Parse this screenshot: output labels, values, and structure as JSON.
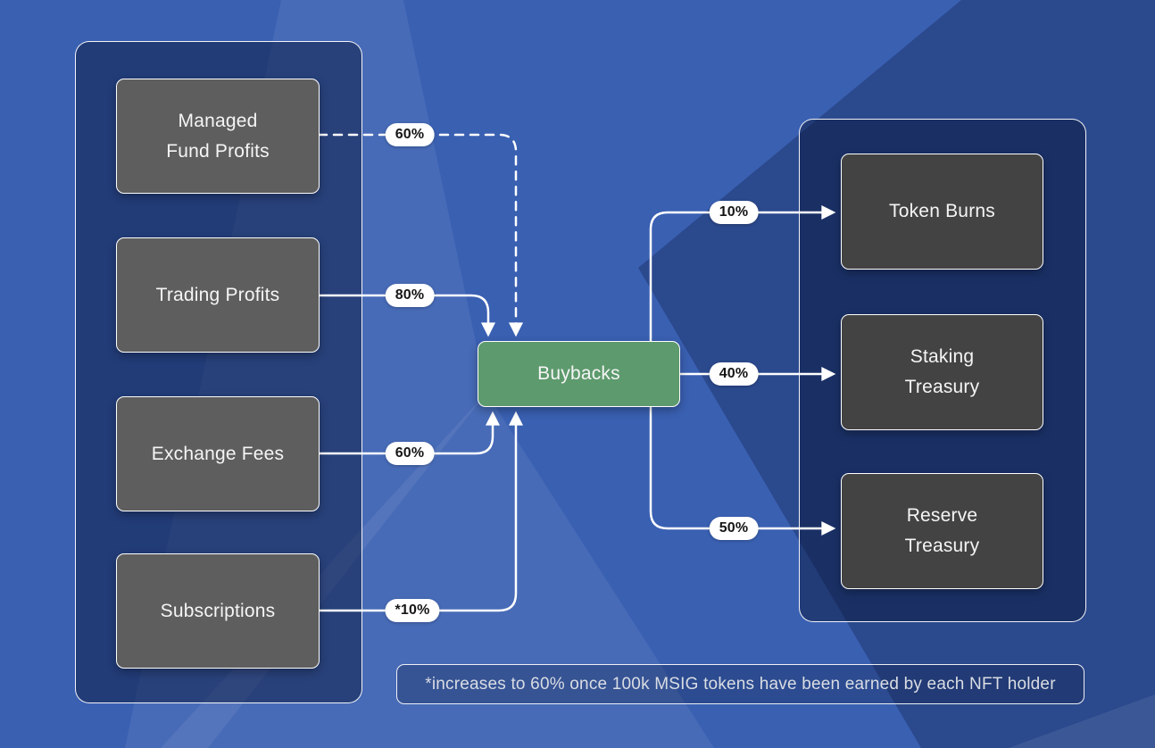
{
  "diagram": {
    "sources": [
      {
        "label": "Managed\nFund Profits"
      },
      {
        "label": "Trading Profits"
      },
      {
        "label": "Exchange Fees"
      },
      {
        "label": "Subscriptions"
      }
    ],
    "center": {
      "label": "Buybacks"
    },
    "outputs": [
      {
        "label": "Token Burns"
      },
      {
        "label": "Staking\nTreasury"
      },
      {
        "label": "Reserve\nTreasury"
      }
    ],
    "edges": [
      {
        "from": "Managed Fund Profits",
        "to": "Buybacks",
        "label": "60%",
        "style": "dashed"
      },
      {
        "from": "Trading Profits",
        "to": "Buybacks",
        "label": "80%",
        "style": "solid"
      },
      {
        "from": "Exchange Fees",
        "to": "Buybacks",
        "label": "60%",
        "style": "solid"
      },
      {
        "from": "Subscriptions",
        "to": "Buybacks",
        "label": "*10%",
        "style": "solid"
      },
      {
        "from": "Buybacks",
        "to": "Token Burns",
        "label": "10%",
        "style": "solid"
      },
      {
        "from": "Buybacks",
        "to": "Staking Treasury",
        "label": "40%",
        "style": "solid"
      },
      {
        "from": "Buybacks",
        "to": "Reserve Treasury",
        "label": "50%",
        "style": "solid"
      }
    ],
    "footnote": "*increases to 60% once 100k MSIG tokens have been earned by each NFT holder",
    "colors": {
      "background": "#3a60b2",
      "panel_fill": "#22386b",
      "source_node_fill": "#5e5e5e",
      "output_node_fill": "#434343",
      "center_node_fill": "#5d9a6d",
      "edge": "#ffffff",
      "label_pill_bg": "#ffffff",
      "label_pill_text": "#161616",
      "node_text": "#f5f5f5",
      "footnote_text": "#d9dde3"
    }
  }
}
